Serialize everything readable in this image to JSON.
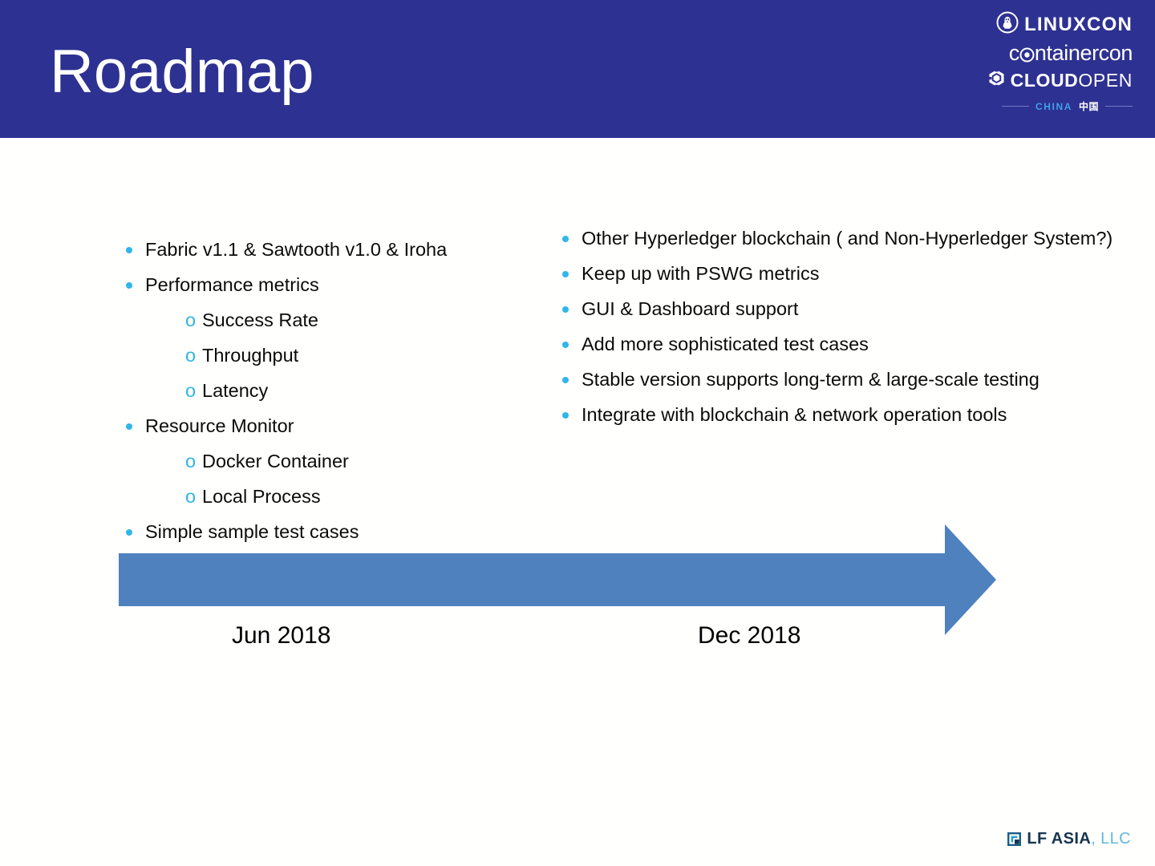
{
  "header": {
    "title": "Roadmap",
    "band_color": "#2D3191",
    "logo": {
      "linuxcon": "LINUXCON",
      "containercon": "containercon",
      "cloud": "CLOUD",
      "open": "OPEN",
      "region": "CHINA",
      "region_cn": "中国",
      "penguin_icon": "penguin-icon",
      "target_o_icon": "target-circle-icon",
      "hexagon_icon": "hexagon-gear-icon"
    }
  },
  "left_column": {
    "items": [
      {
        "level": 1,
        "text": "Fabric v1.1 & Sawtooth v1.0 & Iroha"
      },
      {
        "level": 1,
        "text": "Performance metrics"
      },
      {
        "level": 2,
        "text": "Success Rate"
      },
      {
        "level": 2,
        "text": "Throughput"
      },
      {
        "level": 2,
        "text": "Latency"
      },
      {
        "level": 1,
        "text": "Resource Monitor"
      },
      {
        "level": 2,
        "text": "Docker Container"
      },
      {
        "level": 2,
        "text": "Local Process"
      },
      {
        "level": 1,
        "text": "Simple sample test cases"
      }
    ]
  },
  "right_column": {
    "items": [
      {
        "level": 1,
        "text": "Other Hyperledger blockchain ( and Non-Hyperledger System?)"
      },
      {
        "level": 1,
        "text": "Keep up with PSWG metrics"
      },
      {
        "level": 1,
        "text": "GUI & Dashboard support"
      },
      {
        "level": 1,
        "text": "Add more sophisticated test cases"
      },
      {
        "level": 1,
        "text": "Stable version supports long-term & large-scale testing"
      },
      {
        "level": 1,
        "text": "Integrate with blockchain & network operation tools"
      }
    ]
  },
  "timeline": {
    "arrow_color": "#4E81BD",
    "start_label": "Jun 2018",
    "end_label": "Dec 2018"
  },
  "footer": {
    "brand": "LF ASIA",
    "suffix": ", LLC",
    "mark_icon": "square-bracket-icon"
  },
  "colors": {
    "bullet": "#30B6E8",
    "sub_bullet": "#30B6E8",
    "header_blue": "#2D3191",
    "arrow_blue": "#4E81BD",
    "body_text": "#0b0b0b"
  }
}
